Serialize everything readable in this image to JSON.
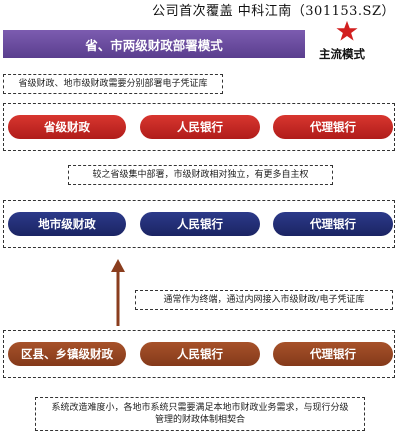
{
  "header": {
    "corner_text": "公司首次覆盖 中科江南（301153.SZ）"
  },
  "title": "省、市两级财政部署模式",
  "mode": {
    "label": "主流模式",
    "star_color": "#d21f1f"
  },
  "notes": {
    "provincial_deploy": "省级财政、地市级财政需要分别部署电子凭证库",
    "centralized": "较之省级集中部署，市级财政相对独立，有更多自主权",
    "terminal": "通常作为终端，通过内网接入市级财政/电子凭证库",
    "bottom": "系统改造难度小，各地市系统只需要满足本地市财政业务需求，与现行分级管理的财政体制相契合"
  },
  "rows": {
    "provincial": [
      "省级财政",
      "人民银行",
      "代理银行"
    ],
    "municipal": [
      "地市级财政",
      "人民银行",
      "代理银行"
    ],
    "county": [
      "区县、乡镇级财政",
      "人民银行",
      "代理银行"
    ]
  },
  "colors": {
    "provincial": "#c42624",
    "municipal": "#1f2a72",
    "county": "#954522",
    "title_bar": "#6a4a9e"
  }
}
